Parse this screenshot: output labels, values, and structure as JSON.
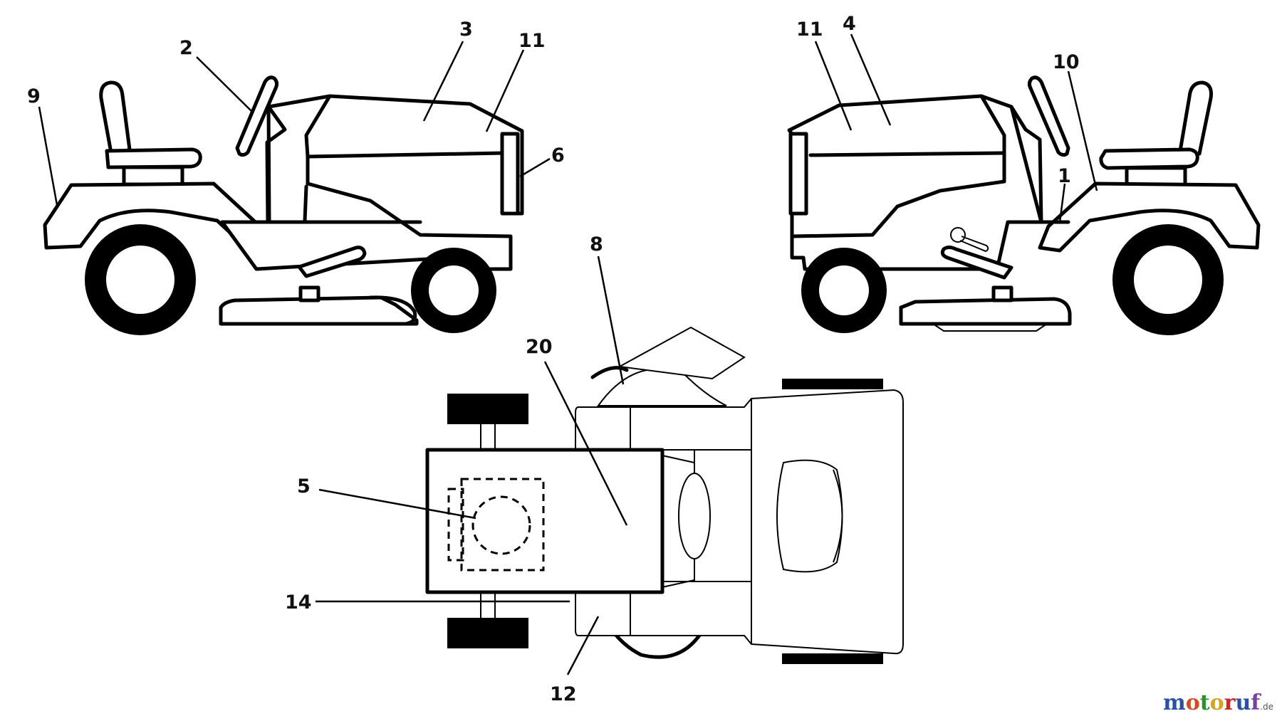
{
  "labels": {
    "l1": "1",
    "l2": "2",
    "l3": "3",
    "l4": "4",
    "l5": "5",
    "l6": "6",
    "l8": "8",
    "l9": "9",
    "l10": "10",
    "l11a": "11",
    "l11b": "11",
    "l12": "12",
    "l14": "14",
    "l20": "20"
  },
  "watermark": {
    "letters": [
      "m",
      "o",
      "t",
      "o",
      "r",
      "u",
      "f"
    ],
    "colors": [
      "#2a4fa8",
      "#d64a1d",
      "#2e8f2e",
      "#d8a21a",
      "#c72a2a",
      "#2a4fa8",
      "#7a3fa0"
    ],
    "suffix": ".de"
  }
}
